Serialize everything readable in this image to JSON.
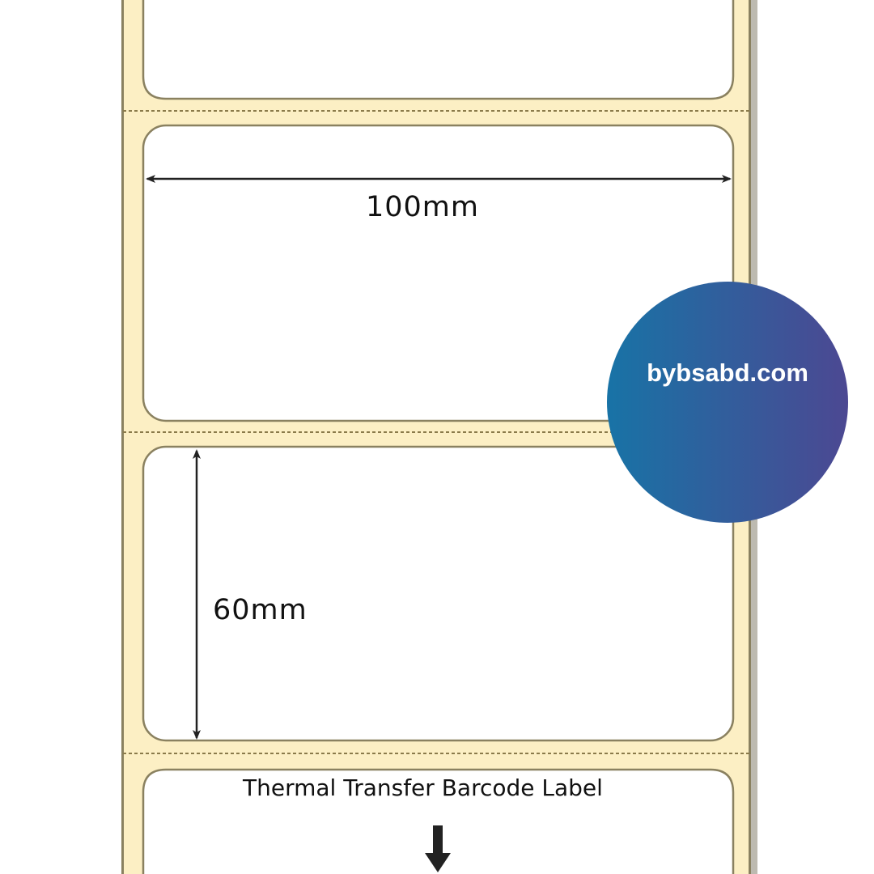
{
  "dimensions": {
    "width_label": "100mm",
    "height_label": "60mm"
  },
  "caption": "Thermal Transfer Barcode Label",
  "badge": {
    "text": "bybsabd.com",
    "gradient_start": "#1873a6",
    "gradient_end": "#4c4892"
  },
  "colors": {
    "backing": "#fcefc4",
    "label": "#ffffff",
    "outline": "#8a8160"
  }
}
